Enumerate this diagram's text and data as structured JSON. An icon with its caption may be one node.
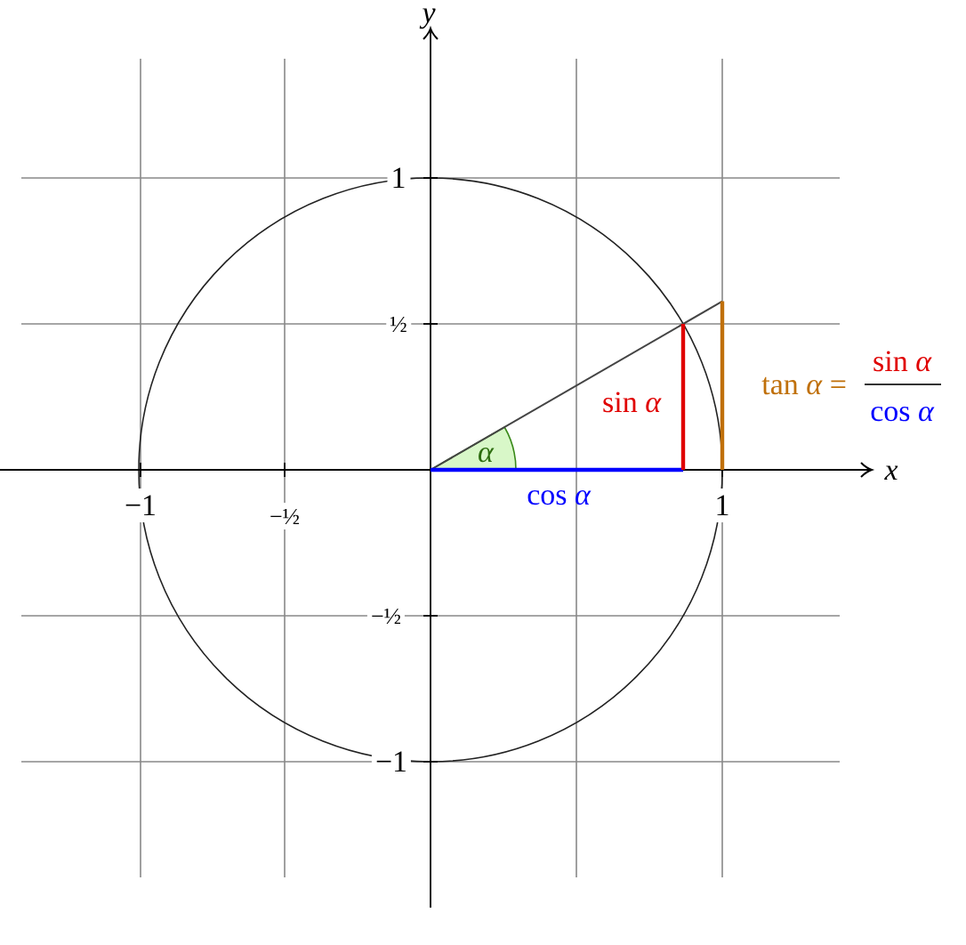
{
  "diagram": {
    "labels": [
      "y",
      "1",
      "½",
      "sin *α*",
      "tan *α* =",
      "sin *α*",
      "cos *α*",
      "x",
      "−1",
      "−½",
      "cos *α*",
      "1",
      "α",
      "−½",
      "−1"
    ]
  }
}
